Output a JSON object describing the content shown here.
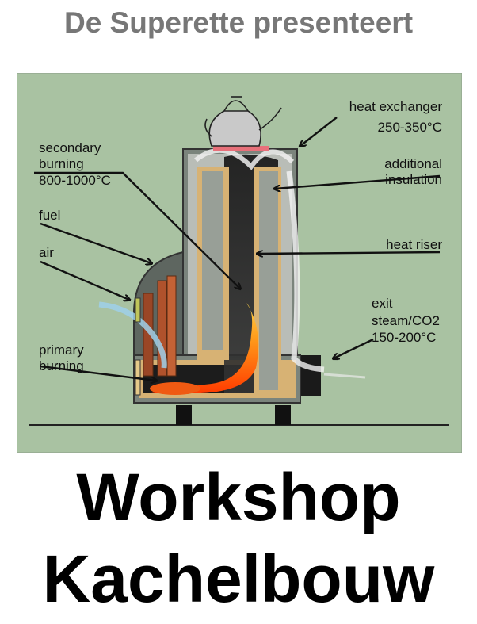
{
  "header": {
    "title": "De Superette presenteert"
  },
  "diagram": {
    "labels": {
      "heat_exchanger": [
        "heat exchanger",
        "250-350°C"
      ],
      "secondary_burning": [
        "secondary",
        "burning",
        "800-1000°C"
      ],
      "additional_insulation": [
        "additional",
        "insulation"
      ],
      "fuel": [
        "fuel"
      ],
      "air": [
        "air"
      ],
      "heat_riser": [
        "heat riser"
      ],
      "exit": [
        "exit",
        "steam/CO2",
        "150-200°C"
      ],
      "primary_burning": [
        "primary",
        "burning"
      ]
    },
    "colors": {
      "background": "#a9c2a2",
      "frame": "#7b847c",
      "insulation": "#d7b274",
      "inner_panel": "#989f97",
      "fire": "#f05a12"
    }
  },
  "footer": {
    "line1": "Workshop",
    "line2": "Kachelbouw"
  }
}
